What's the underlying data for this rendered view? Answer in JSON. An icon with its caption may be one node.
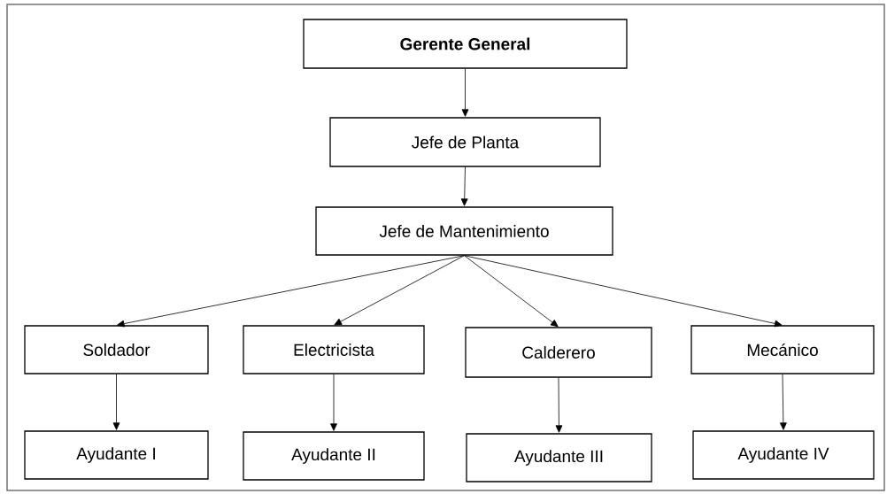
{
  "diagram": {
    "nodes": [
      {
        "text": [
          "**Gerente General**"
        ]
      },
      {
        "text": [
          "Jefe de Planta"
        ]
      },
      {
        "text": [
          "Jefe de Mantenimiento"
        ]
      },
      {
        "text": [
          "Soldador"
        ]
      },
      {
        "text": [
          "Electricista"
        ]
      },
      {
        "text": [
          "Calderero"
        ]
      },
      {
        "text": [
          "Mecánico"
        ]
      },
      {
        "text": [
          "Ayudante I"
        ]
      },
      {
        "text": [
          "Ayudante II"
        ]
      },
      {
        "text": [
          "Ayudante III"
        ]
      },
      {
        "text": [
          "Ayudante IV"
        ]
      }
    ],
    "edges": [
      {
        "from": 0,
        "to": 1,
        "arrow": "to"
      },
      {
        "from": 1,
        "to": 2,
        "arrow": "to"
      },
      {
        "from": 2,
        "to": 3,
        "arrow": "to"
      },
      {
        "from": 2,
        "to": 4,
        "arrow": "to"
      },
      {
        "from": 2,
        "to": 5,
        "arrow": "to"
      },
      {
        "from": 2,
        "to": 6,
        "arrow": "to"
      },
      {
        "from": 3,
        "to": 7,
        "arrow": "to"
      },
      {
        "from": 4,
        "to": 8,
        "arrow": "to"
      },
      {
        "from": 5,
        "to": 9,
        "arrow": "to"
      },
      {
        "from": 6,
        "to": 10,
        "arrow": "to"
      }
    ]
  }
}
